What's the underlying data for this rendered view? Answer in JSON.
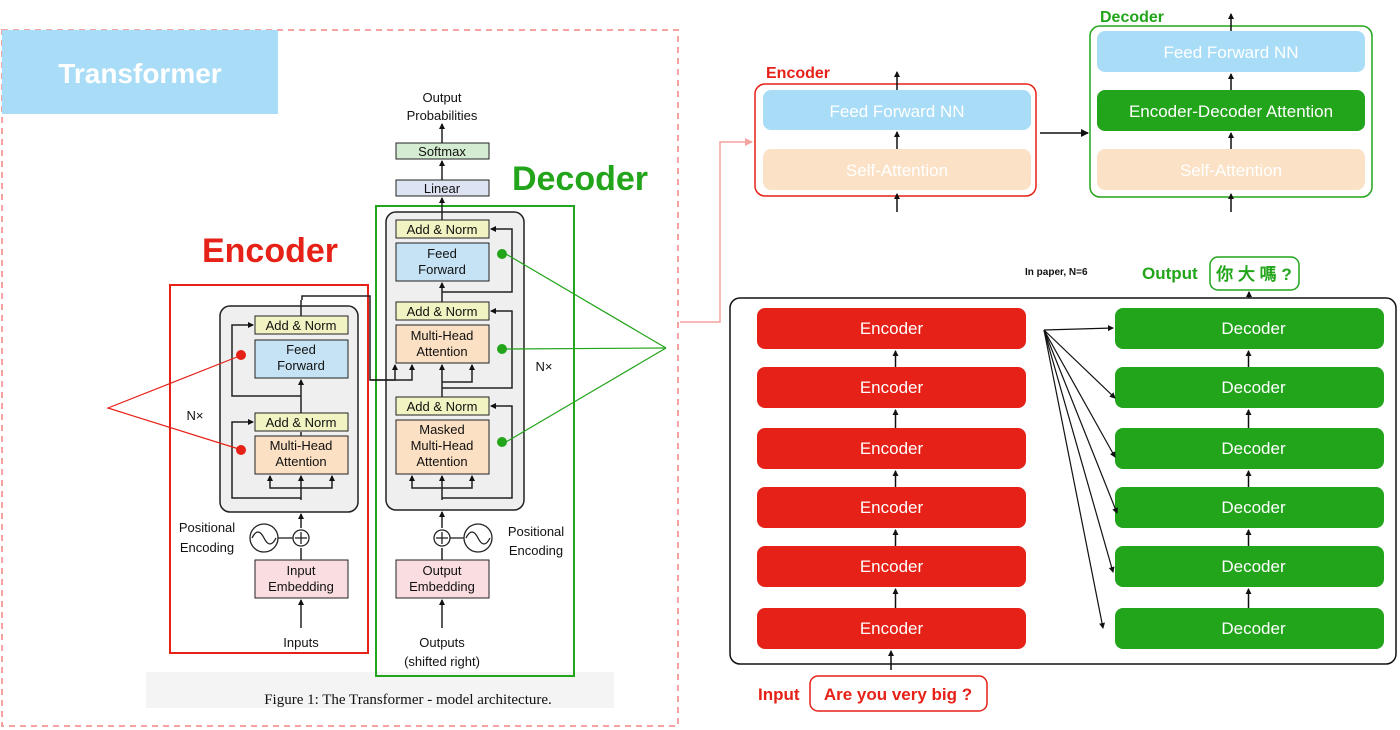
{
  "title": "Transformer",
  "paper": {
    "caption": "Figure 1: The Transformer - model architecture.",
    "encoder_label": "Encoder",
    "decoder_label": "Decoder",
    "output_probabilities": [
      "Output",
      "Probabilities"
    ],
    "softmax": "Softmax",
    "linear": "Linear",
    "add_norm": "Add & Norm",
    "feed_forward": [
      "Feed",
      "Forward"
    ],
    "multi_head_attention": [
      "Multi-Head",
      "Attention"
    ],
    "masked_multi_head_attention": [
      "Masked",
      "Multi-Head",
      "Attention"
    ],
    "nx": "N×",
    "positional_encoding": [
      "Positional",
      "Encoding"
    ],
    "input_embedding": [
      "Input",
      "Embedding"
    ],
    "output_embedding": [
      "Output",
      "Embedding"
    ],
    "inputs": "Inputs",
    "outputs": [
      "Outputs",
      "(shifted right)"
    ]
  },
  "encoder_block": {
    "title": "Encoder",
    "layers": [
      "Feed Forward NN",
      "Self-Attention"
    ]
  },
  "decoder_block": {
    "title": "Decoder",
    "layers": [
      "Feed Forward NN",
      "Encoder-Decoder Attention",
      "Self-Attention"
    ]
  },
  "stack": {
    "note": "In paper, N=6",
    "encoders": [
      "Encoder",
      "Encoder",
      "Encoder",
      "Encoder",
      "Encoder",
      "Encoder"
    ],
    "decoders": [
      "Decoder",
      "Decoder",
      "Decoder",
      "Decoder",
      "Decoder",
      "Decoder"
    ],
    "input_label": "Input",
    "input_text": "Are you very big ?",
    "output_label": "Output",
    "output_text": "你 大 嗎 ?"
  },
  "colors": {
    "red": "#e62117",
    "green": "#22a51a",
    "light_blue": "#a9ddf7",
    "peach": "#fbe2c6",
    "pink_dash": "#f4a3a0",
    "paper_ff": "#c5e3f5",
    "paper_attn": "#fbe0c3",
    "paper_addnorm": "#f1f4c2",
    "paper_emb": "#fadde0",
    "paper_softmax": "#d4ecd1",
    "paper_linear": "#dde3f3"
  }
}
